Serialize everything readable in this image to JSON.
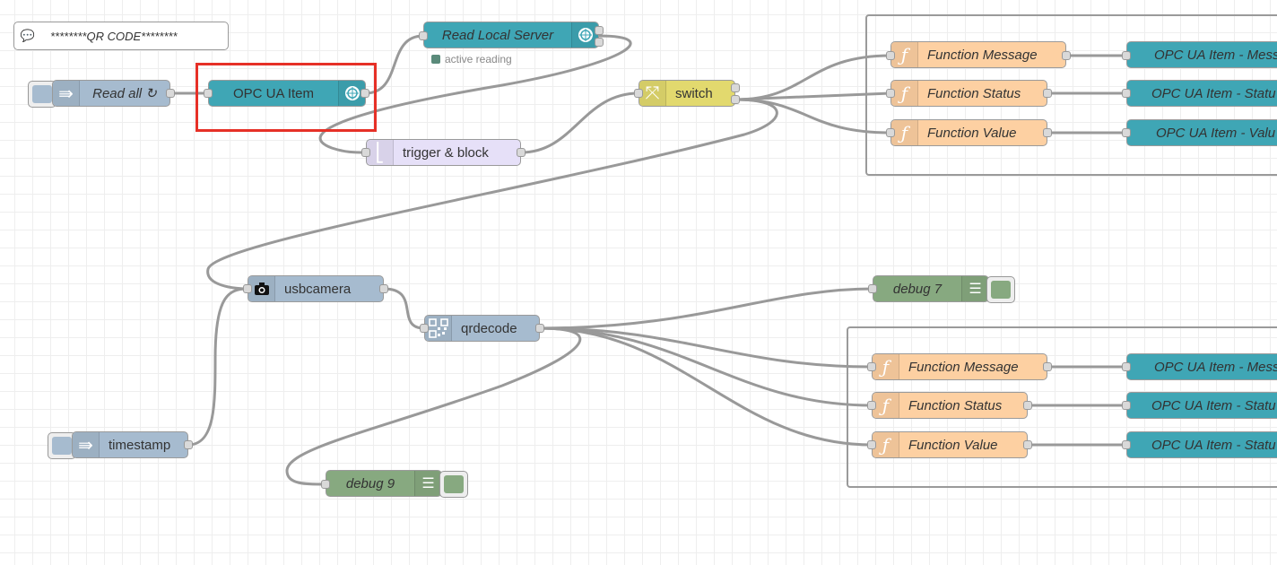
{
  "canvas": {
    "grid": true
  },
  "comment": {
    "text": "********QR CODE********"
  },
  "nodes": {
    "read_all": {
      "label": "Read all ↻"
    },
    "opc_ua_item": {
      "label": "OPC UA Item"
    },
    "read_local_server": {
      "label": "Read Local Server",
      "status": "active reading"
    },
    "switch": {
      "label": "switch"
    },
    "trigger_block": {
      "label": "trigger & block"
    },
    "usbcamera": {
      "label": "usbcamera"
    },
    "qrdecode": {
      "label": "qrdecode"
    },
    "timestamp": {
      "label": "timestamp"
    },
    "debug7": {
      "label": "debug 7"
    },
    "debug9": {
      "label": "debug 9"
    }
  },
  "group_top": {
    "functions": [
      "Function Message",
      "Function Status",
      "Function Value"
    ],
    "outputs": [
      "OPC UA Item - Mess",
      "OPC UA Item - Statu",
      "OPC UA Item - Valu"
    ]
  },
  "group_bottom": {
    "functions": [
      "Function Message",
      "Function Status",
      "Function Value"
    ],
    "outputs": [
      "OPC UA Item - Mess",
      "OPC UA Item - Statu",
      "OPC UA Item - Statu"
    ]
  },
  "colors": {
    "inject": "#a6bbcf",
    "opcua": "#3fa6b5",
    "function": "#fdd0a2",
    "switch": "#e2d96e",
    "trigger": "#e6e0f8",
    "debug": "#87a980",
    "highlight": "#e63027",
    "wire": "#999999"
  }
}
